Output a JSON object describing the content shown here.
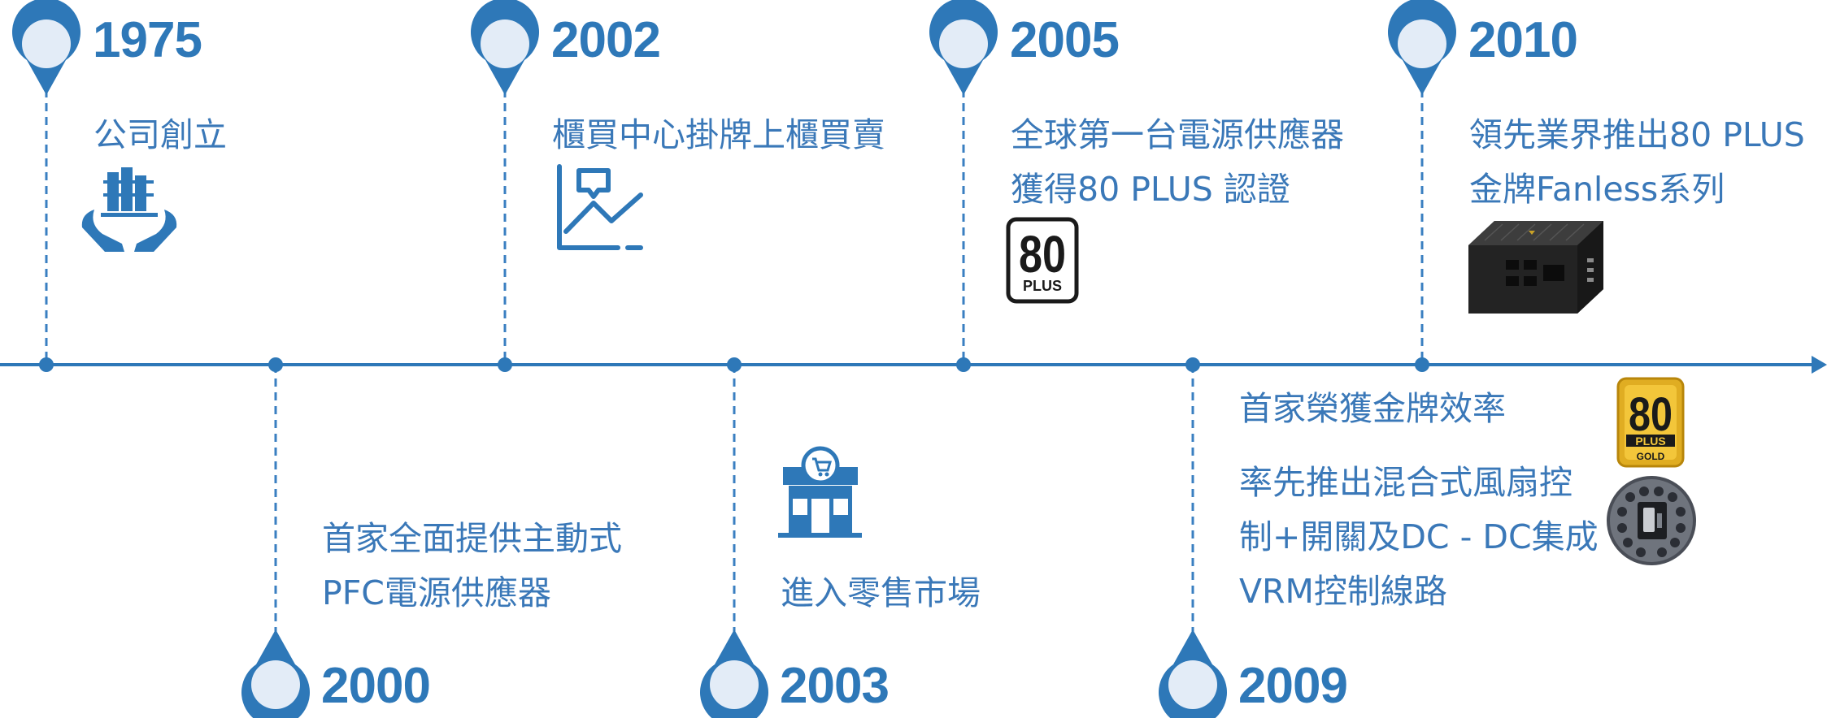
{
  "colors": {
    "accent": "#2e78b8",
    "accent_light": "#4d8fd0",
    "pin_fill": "#e3ecf7",
    "text": "#3a78b8"
  },
  "events": [
    {
      "year": "1975",
      "lines": [
        "公司創立"
      ],
      "icon": "building-hands-icon"
    },
    {
      "year": "2000",
      "lines": [
        "首家全面提供主動式",
        "PFC電源供應器"
      ]
    },
    {
      "year": "2002",
      "lines": [
        "櫃買中心掛牌上櫃買賣"
      ],
      "icon": "stock-chart-icon"
    },
    {
      "year": "2003",
      "lines": [
        "進入零售市場"
      ],
      "icon": "retail-store-icon"
    },
    {
      "year": "2005",
      "lines": [
        "全球第一台電源供應器",
        "獲得80 PLUS 認證"
      ],
      "icon": "80-plus-logo"
    },
    {
      "year": "2009",
      "lines": [
        "首家榮獲金牌效率",
        "率先推出混合式風扇控",
        "制+開關及DC - DC集成",
        "VRM控制線路"
      ],
      "icon": "80-plus-gold-logo"
    },
    {
      "year": "2010",
      "lines": [
        "領先業界推出80 PLUS",
        "金牌Fanless系列"
      ],
      "icon": "fanless-psu-image"
    }
  ],
  "logos": {
    "plus80": {
      "number": "80",
      "word": "PLUS"
    },
    "plus80_gold": {
      "number": "80",
      "word": "PLUS",
      "tier": "GOLD"
    }
  }
}
